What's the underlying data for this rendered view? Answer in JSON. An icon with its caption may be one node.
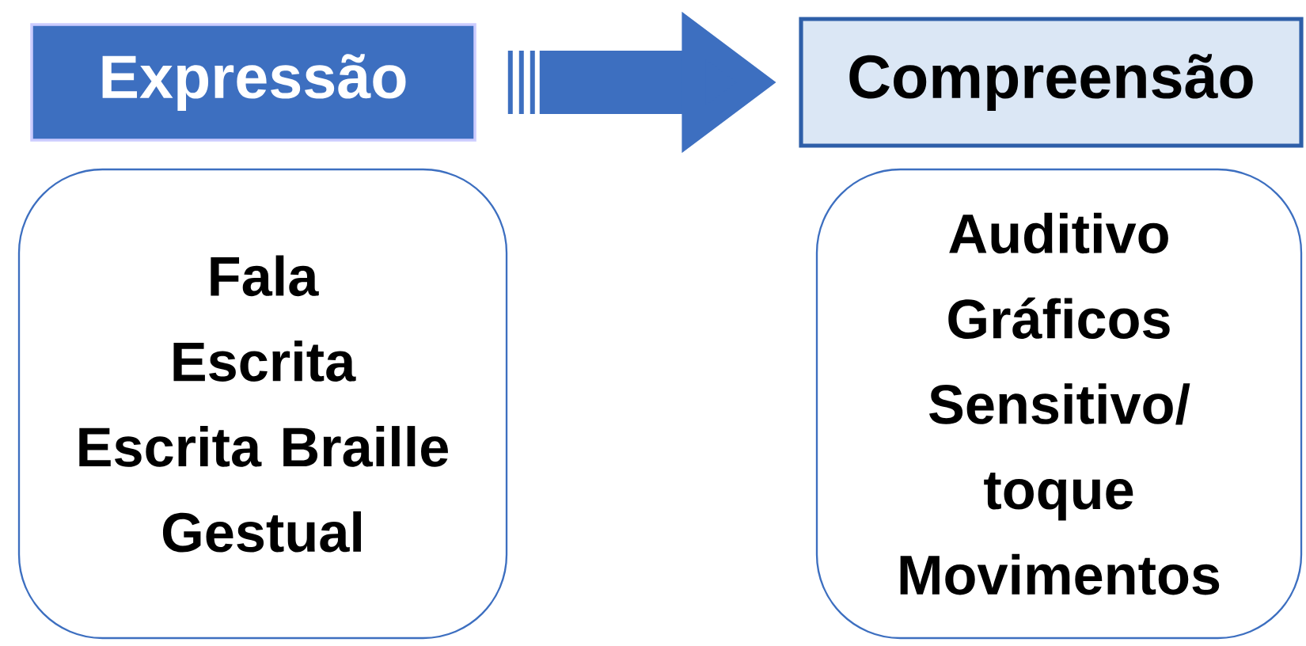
{
  "diagram": {
    "nodes": [
      {
        "text": [
          "Expressão"
        ]
      },
      {
        "text": [
          "Compreensão"
        ]
      },
      {
        "text": [
          "Fala",
          "Escrita",
          "Escrita Braille",
          "Gestual"
        ]
      },
      {
        "text": [
          "Auditivo",
          "Gráficos",
          "Sensitivo/ toque",
          "Movimentos"
        ]
      }
    ],
    "edges": [
      {
        "from": 0,
        "to": 1,
        "arrow": "to"
      }
    ]
  }
}
